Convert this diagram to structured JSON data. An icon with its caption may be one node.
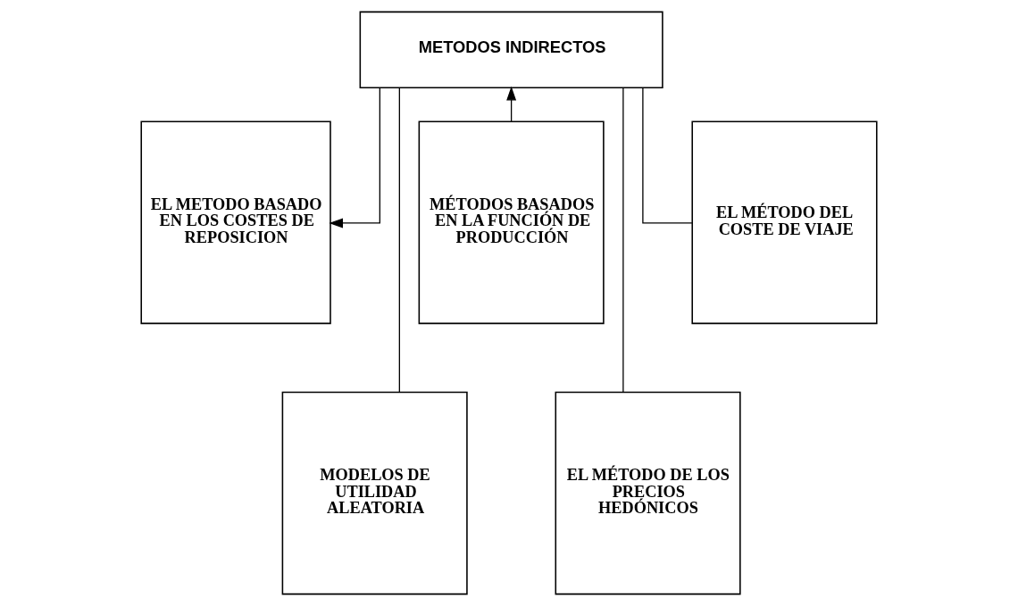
{
  "diagram": {
    "nodes": [
      {
        "text": [
          "METODOS INDIRECTOS"
        ]
      },
      {
        "text": [
          "EL METODO BASADO EN LOS COSTES DE REPOSICION"
        ]
      },
      {
        "text": [
          "MODELOS DE UTILIDAD ALEATORIA"
        ]
      },
      {
        "text": [
          "MÉTODOS BASADOS EN LA FUNCIÓN DE PRODUCCIÓN"
        ]
      },
      {
        "text": [
          "EL MÉTODO DE LOS PRECIOS HEDÓNICOS"
        ]
      },
      {
        "text": [
          "EL MÉTODO DEL COSTE DE VIAJE"
        ]
      }
    ],
    "edges": [
      {
        "from": 0,
        "to": 1,
        "arrow": "to"
      },
      {
        "from": 0,
        "to": 2,
        "arrow": "none"
      },
      {
        "from": 3,
        "to": 0,
        "arrow": "to"
      },
      {
        "from": 0,
        "to": 4,
        "arrow": "none"
      },
      {
        "from": 0,
        "to": 5,
        "arrow": "none"
      }
    ]
  }
}
